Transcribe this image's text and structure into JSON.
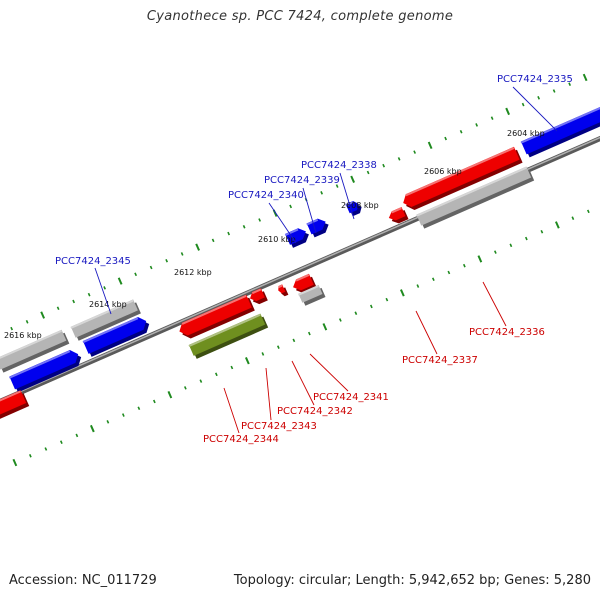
{
  "title": "Cyanothece sp. PCC 7424, complete genome",
  "footer": {
    "accession": "Accession: NC_011729",
    "summary": "Topology: circular; Length: 5,942,652 bp; Genes: 5,280"
  },
  "colors": {
    "background": "#ffffff",
    "backbone": "#8a8a8a",
    "tick": "#1f8a1f",
    "forward_cds": "#0000ee",
    "reverse_cds": "#ee0000",
    "pseudo_or_rna": "#b5b5b5",
    "other_feature": "#6f8f1f",
    "forward_label": "#1818c0",
    "reverse_label": "#cc0000"
  },
  "scale_labels": [
    "2604 kbp",
    "2606 kbp",
    "2608 kbp",
    "2610 kbp",
    "2612 kbp",
    "2614 kbp",
    "2616 kbp"
  ],
  "gene_labels_forward": [
    "PCC7424_2335",
    "PCC7424_2338",
    "PCC7424_2339",
    "PCC7424_2340",
    "PCC7424_2345"
  ],
  "gene_labels_reverse": [
    "PCC7424_2336",
    "PCC7424_2337",
    "PCC7424_2341",
    "PCC7424_2342",
    "PCC7424_2343",
    "PCC7424_2344"
  ]
}
